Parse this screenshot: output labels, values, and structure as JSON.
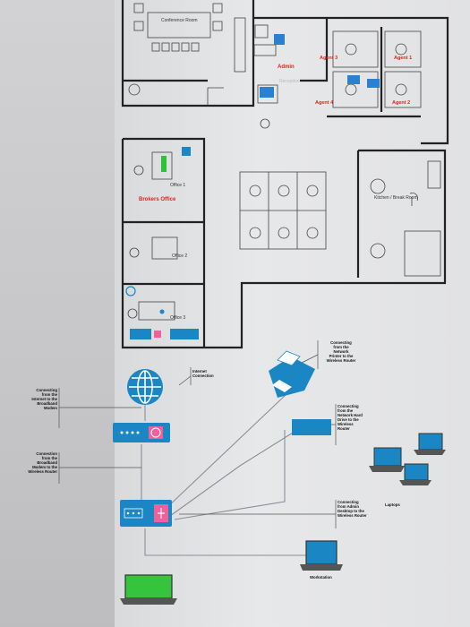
{
  "floor_plan": {
    "rooms": {
      "conference": "Conference Room",
      "admin": "Admin",
      "reception": "Reception",
      "agent3": "Agent 3",
      "agent1": "Agent 1",
      "agent4": "Agent 4",
      "agent2": "Agent 2",
      "office1": "Office 1",
      "brokers": "Brokers Office",
      "office2": "Office 2",
      "office3": "Office 3",
      "kitchen": "Kitchen / Break Room"
    }
  },
  "network": {
    "labels": {
      "internet": "Internet\nConnection",
      "internet_modem": "Connecting\nfrom the\nInternet to the\nBroadband\nModem",
      "modem_router": "Connection\nfrom the\nBroadband\nModem to the\nWireless Router",
      "printer": "Connecting\nfrom the\nNetwork\nPrinter to the\nWireless Router",
      "drive": "Connecting\nfrom the\nNetwork Hard\nDrive to the\nWireless\nRouter",
      "desktop": "Connecting\nfrom Admin\nDesktop to the\nWireless Router",
      "laptop": "Laptops",
      "workstation": "Workstation"
    }
  },
  "colors": {
    "accent_red": "#e2231a",
    "network_blue": "#1a86c4",
    "laptop_green": "#35c43c"
  }
}
